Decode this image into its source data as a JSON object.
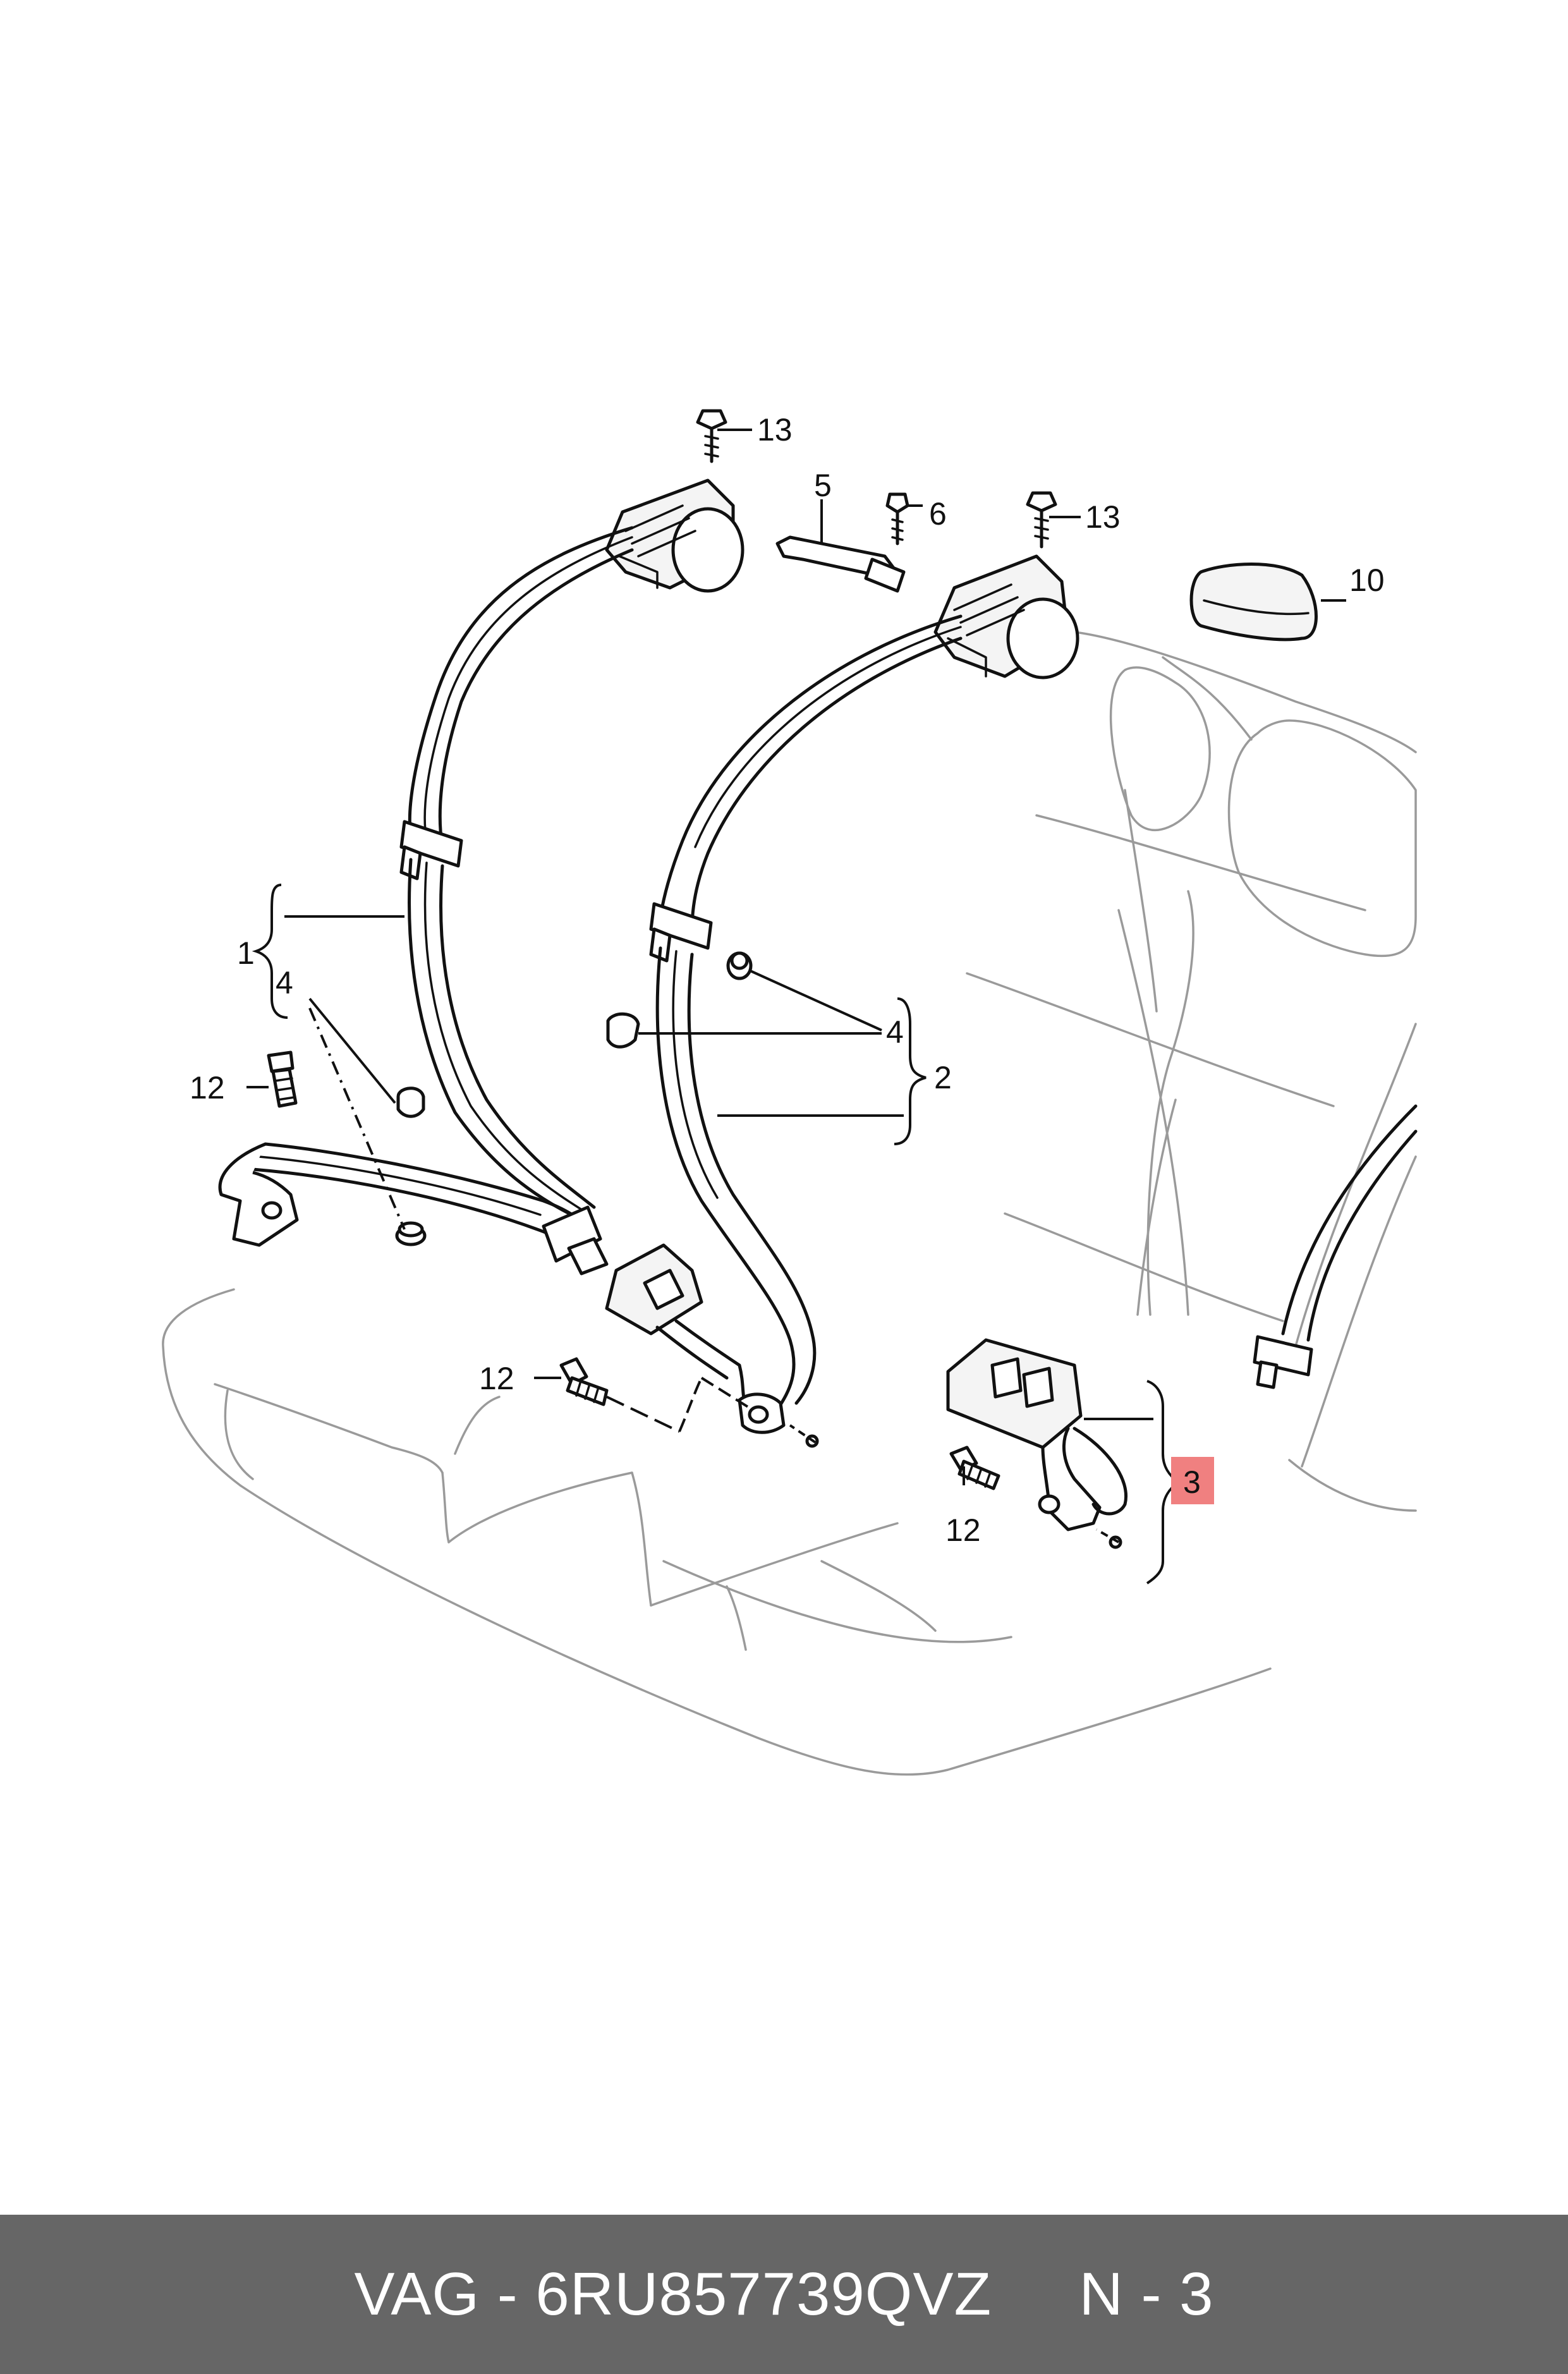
{
  "callouts": {
    "c1": "1",
    "c2": "2",
    "c3": "3",
    "c4a": "4",
    "c4b": "4",
    "c5": "5",
    "c6": "6",
    "c10": "10",
    "c12a": "12",
    "c12b": "12",
    "c12c": "12",
    "c13a": "13",
    "c13b": "13"
  },
  "highlight_color": "#f08080",
  "footer": {
    "text": "VAG - 6RU857739QVZ     N - 3"
  }
}
